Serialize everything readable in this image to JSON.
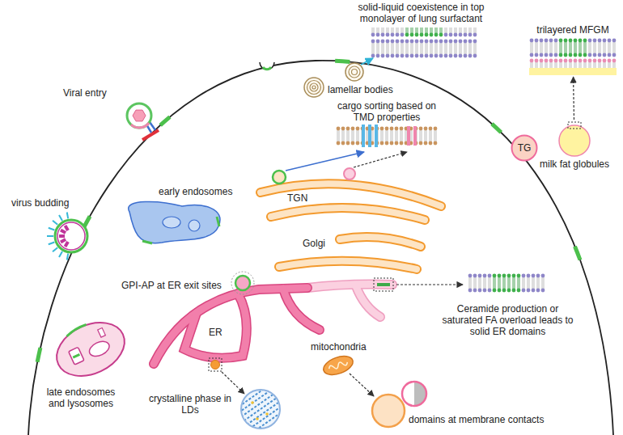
{
  "diagram": {
    "nodes": [
      {
        "text": [
          "TG"
        ]
      },
      {
        "text": [
          "milk fat globules"
        ]
      },
      {
        "text": [
          "trilayered MFGM"
        ]
      }
    ],
    "edges": [
      {
        "from": 1,
        "to": 2,
        "arrow": "to"
      }
    ],
    "labels": [
      "solid-liquid coexistence in top monolayer of lung surfactant",
      "Viral entry",
      "lamellar bodies",
      "cargo sorting based on TMD properties",
      "TGN",
      "virus budding",
      "early endosomes",
      "Golgi",
      "GPI-AP at ER exit sites",
      "ER",
      "Ceramide production or saturated FA overload leads to solid ER domains",
      "late endosomes and lysosomes",
      "mitochondria",
      "crystalline phase in LDs",
      "domains at membrane contacts"
    ]
  }
}
